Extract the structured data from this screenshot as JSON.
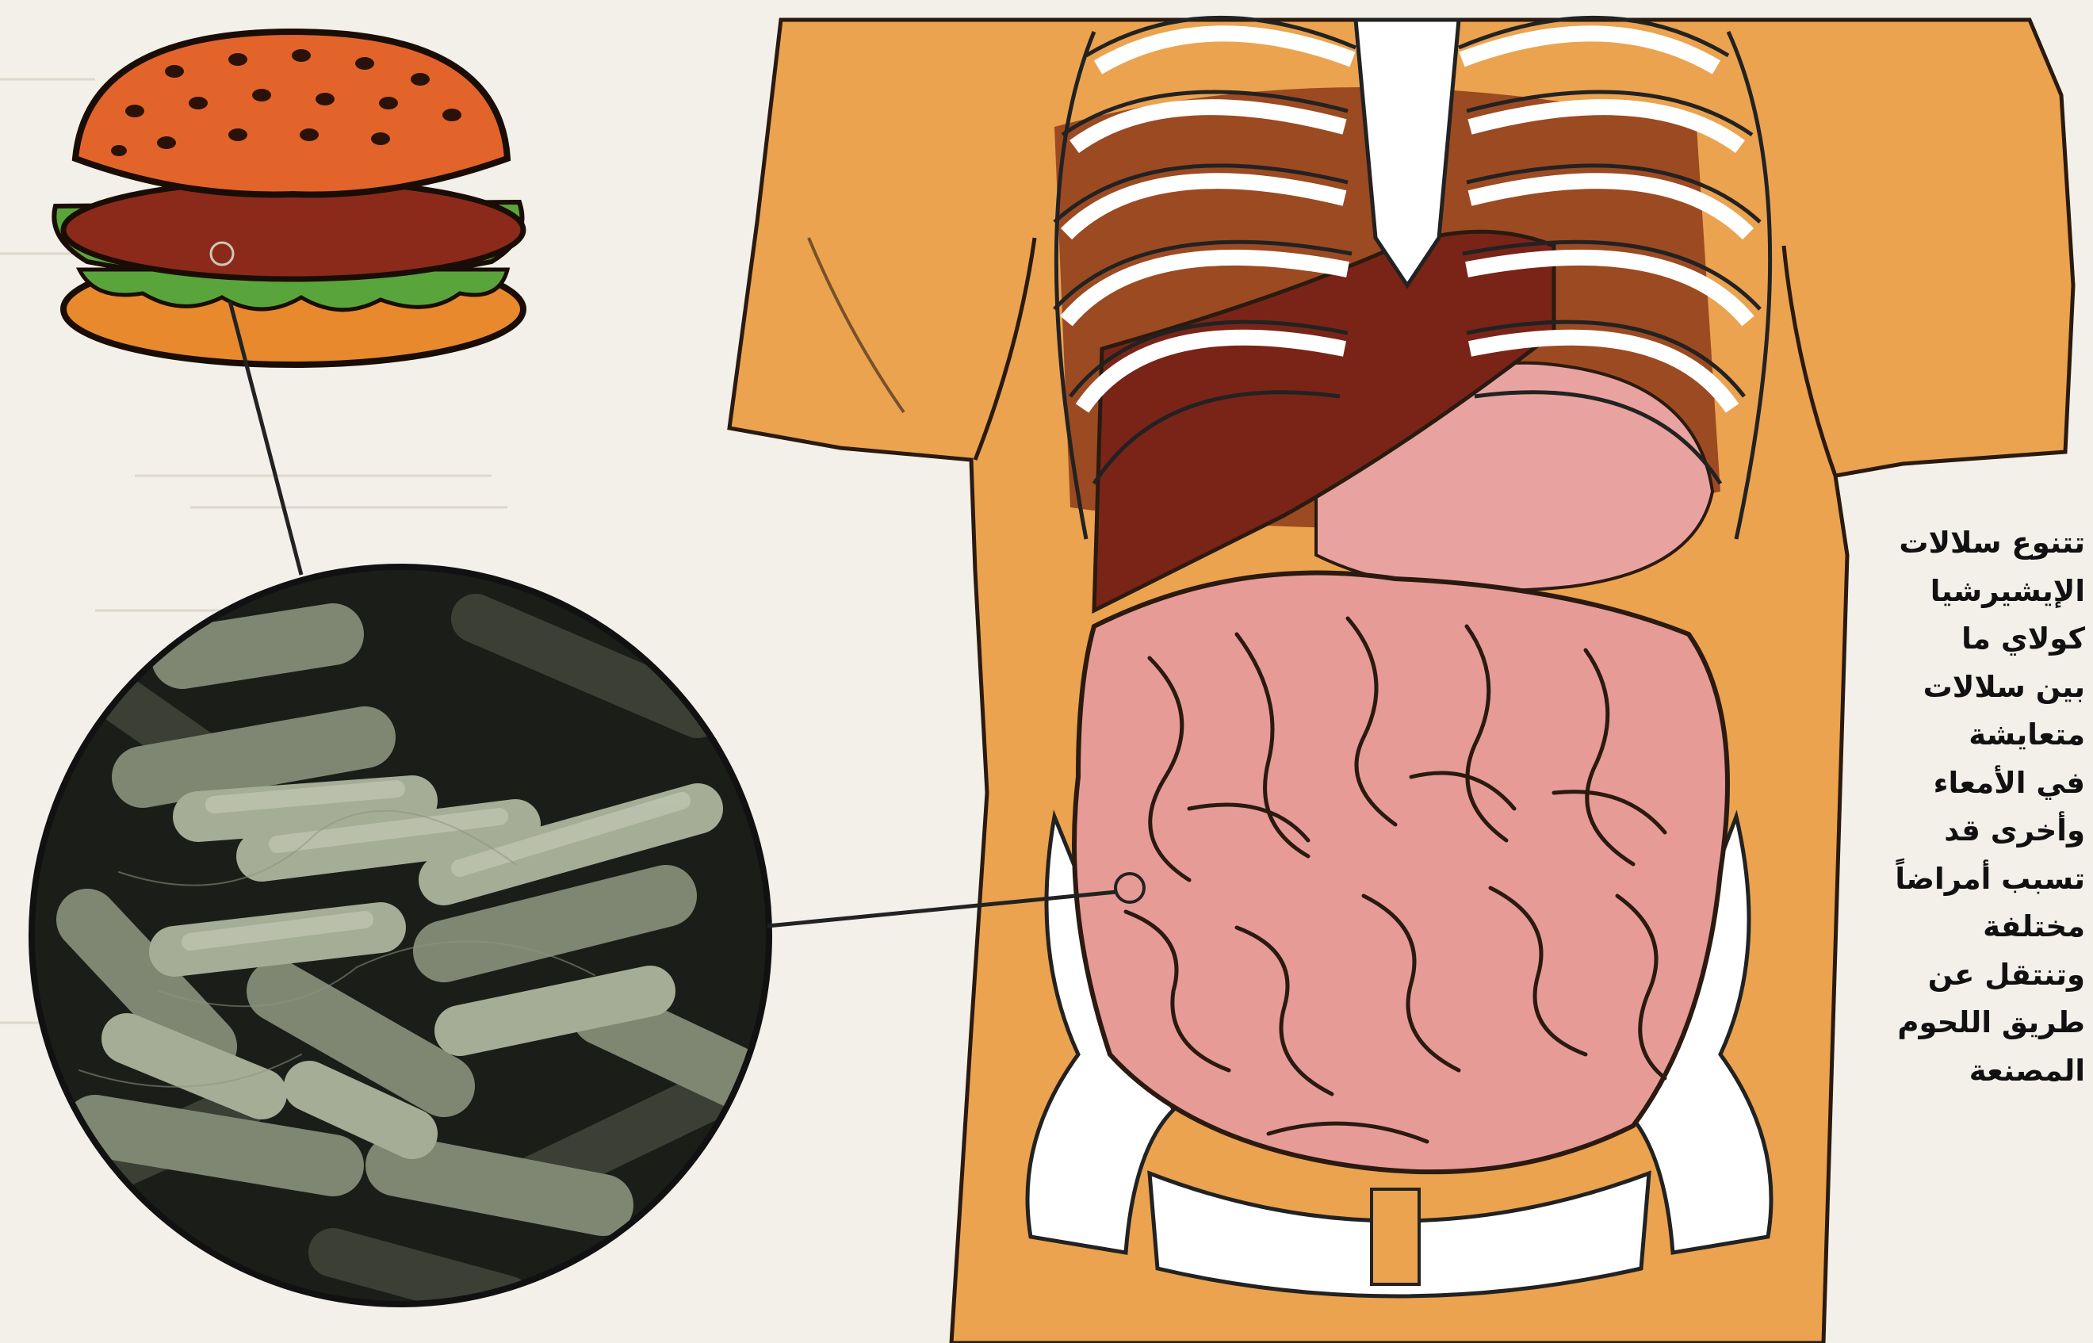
{
  "caption": {
    "lines": [
      "تتنوع سلالات",
      "الإيشيرشيا",
      "كولاي ما",
      "بين سلالات",
      "متعايشة",
      "في الأمعاء",
      "وأخرى قد",
      "تسبب أمراضاً",
      "مختلفة",
      "وتنتقل عن",
      "طريق اللحوم",
      "المصنعة"
    ]
  },
  "colors": {
    "skin": "#eba34f",
    "bone": "#ffffff",
    "liver": "#7a2418",
    "intestine": "#e79b96",
    "bun": "#e2642a",
    "lettuce": "#5aa53b",
    "bacteria_bg": "#1b1d18",
    "bacteria": "#9aa28c",
    "background": "#f3f0ea"
  },
  "icons": [
    "burger-icon",
    "bacteria-micrograph",
    "torso-illustration"
  ]
}
